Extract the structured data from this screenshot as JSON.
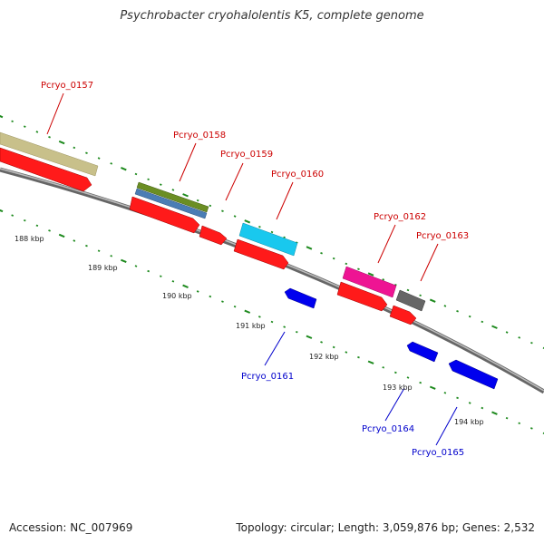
{
  "title": "Psychrobacter cryohalolentis K5, complete genome",
  "footer": {
    "accession": "Accession: NC_007969",
    "summary": "Topology: circular; Length: 3,059,876 bp; Genes: 2,532"
  },
  "colors": {
    "backbone": "#8c8c8c",
    "tick": "#1e8a1e",
    "forward_label": "#cc0000",
    "reverse_label": "#0000cc"
  },
  "scale_labels": [
    "188 kbp",
    "189 kbp",
    "190 kbp",
    "191 kbp",
    "192 kbp",
    "193 kbp",
    "194 kbp"
  ],
  "genes": [
    {
      "id": "Pcryo_0157",
      "strand": "forward",
      "color": "#cc0000"
    },
    {
      "id": "Pcryo_0158",
      "strand": "forward",
      "color": "#cc0000"
    },
    {
      "id": "Pcryo_0159",
      "strand": "forward",
      "color": "#cc0000"
    },
    {
      "id": "Pcryo_0160",
      "strand": "forward",
      "color": "#cc0000"
    },
    {
      "id": "Pcryo_0161",
      "strand": "reverse",
      "color": "#0000cc"
    },
    {
      "id": "Pcryo_0162",
      "strand": "forward",
      "color": "#cc0000"
    },
    {
      "id": "Pcryo_0163",
      "strand": "forward",
      "color": "#cc0000"
    },
    {
      "id": "Pcryo_0164",
      "strand": "reverse",
      "color": "#0000cc"
    },
    {
      "id": "Pcryo_0165",
      "strand": "reverse",
      "color": "#0000cc"
    }
  ],
  "feature_colors": [
    "#c8c08a",
    "#6b8e23",
    "#4a7db5",
    "#19c8ee",
    "#ee1493",
    "#666666",
    "#ff0000",
    "#0000ff"
  ]
}
